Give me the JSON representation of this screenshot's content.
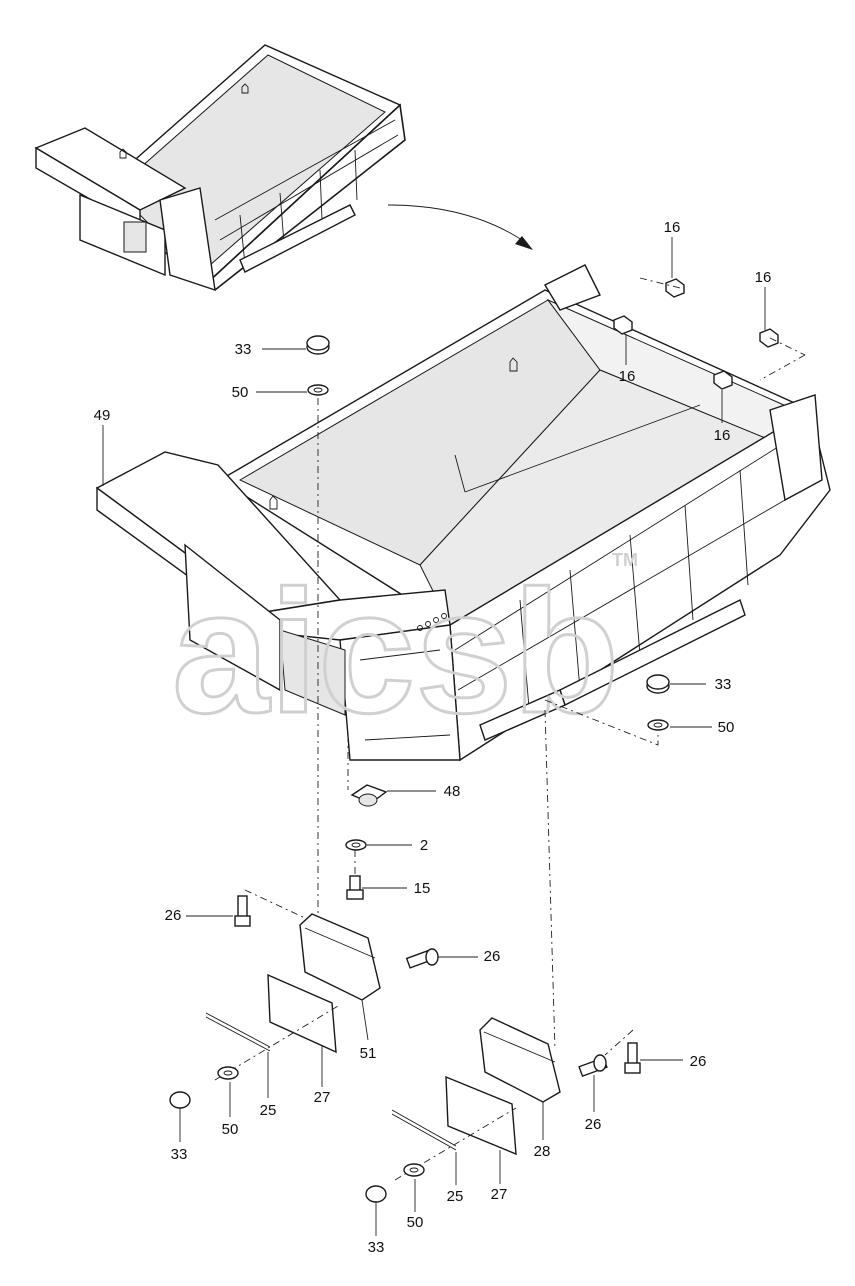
{
  "watermark": {
    "text": "aicsb",
    "trademark": "TM",
    "color": "#d0d0d0"
  },
  "callouts": {
    "c16a": "16",
    "c16b": "16",
    "c16c": "16",
    "c16d": "16",
    "c33top": "33",
    "c50top": "50",
    "c49": "49",
    "c33right": "33",
    "c50right": "50",
    "c48": "48",
    "c2": "2",
    "c15": "15",
    "c26a": "26",
    "c26b": "26",
    "c26c": "26",
    "c26d": "26",
    "c51": "51",
    "c27a": "27",
    "c25a": "25",
    "c50a": "50",
    "c33a": "33",
    "c28": "28",
    "c27b": "27",
    "c25b": "25",
    "c50b": "50",
    "c33b": "33"
  }
}
